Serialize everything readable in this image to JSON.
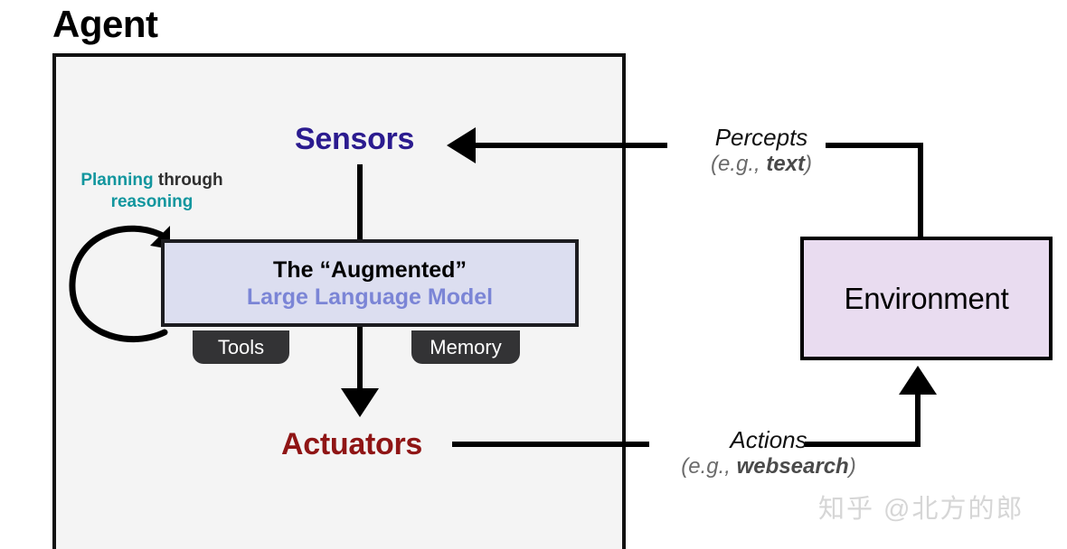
{
  "diagram": {
    "title": "Agent",
    "agent": {
      "sensors_label": "Sensors",
      "actuators_label": "Actuators",
      "planning": {
        "word_accent_1": "Planning",
        "word_plain": " through",
        "word_accent_2": "reasoning"
      },
      "llm_box": {
        "line1": "The “Augmented”",
        "line2": "Large Language Model"
      },
      "tabs": [
        {
          "label": "Tools"
        },
        {
          "label": "Memory"
        }
      ]
    },
    "environment": {
      "label": "Environment"
    },
    "edges": {
      "percepts": {
        "main": "Percepts",
        "sub_prefix": "(e.g., ",
        "sub_bold": "text",
        "sub_suffix": ")"
      },
      "actions": {
        "main": "Actions",
        "sub_prefix": "(e.g., ",
        "sub_bold": "websearch",
        "sub_suffix": ")"
      }
    },
    "watermark": "知乎 @北方的郎",
    "colors": {
      "sensors": "#2b1b8f",
      "actuators": "#8f1515",
      "planning_accent": "#12969e",
      "llm_fill": "#dcdef0",
      "llm_text_accent": "#7b85d6",
      "environment_fill": "#e9dcf0",
      "agent_fill": "#f4f4f4",
      "tab_fill": "#333335",
      "stroke": "#000000"
    }
  }
}
